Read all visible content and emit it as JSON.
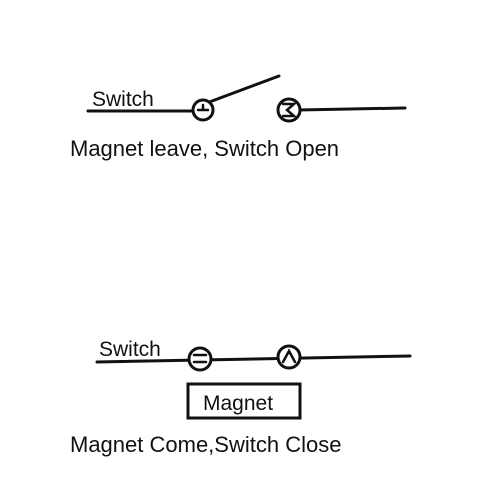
{
  "open_state": {
    "switch_label": "Switch",
    "caption": "Magnet leave, Switch Open"
  },
  "closed_state": {
    "switch_label": "Switch",
    "magnet_label": "Magnet",
    "caption": "Magnet Come,Switch Close"
  },
  "colors": {
    "ink": "#111111",
    "background": "#ffffff"
  }
}
